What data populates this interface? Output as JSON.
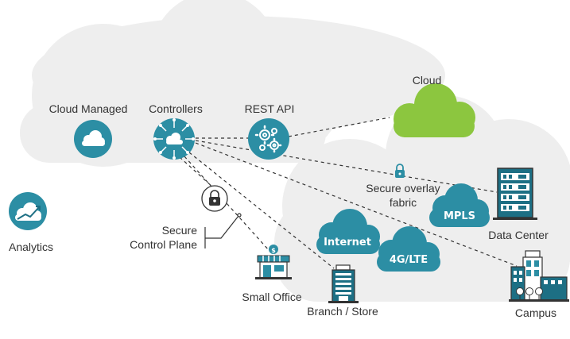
{
  "labels": {
    "cloud_managed": "Cloud Managed",
    "controllers": "Controllers",
    "rest_api": "REST API",
    "cloud": "Cloud",
    "secure_overlay_line1": "Secure overlay",
    "secure_overlay_line2": "fabric",
    "secure_control_line1": "Secure",
    "secure_control_line2": "Control Plane",
    "analytics": "Analytics",
    "data_center": "Data Center",
    "small_office": "Small Office",
    "branch_store": "Branch / Store",
    "campus": "Campus"
  },
  "transports": {
    "mpls": "MPLS",
    "internet": "Internet",
    "lte": "4G/LTE"
  },
  "colors": {
    "teal_dark": "#1d6f84",
    "teal": "#2c8ea4",
    "green": "#8cc63f",
    "cloud_gray": "#eeeeee",
    "text": "#333333"
  },
  "icons": [
    "cloud-managed-icon",
    "controllers-hub-icon",
    "rest-api-gears-icon",
    "analytics-icon",
    "lock-icon",
    "data-center-icon",
    "small-office-icon",
    "branch-store-icon",
    "campus-icon"
  ]
}
